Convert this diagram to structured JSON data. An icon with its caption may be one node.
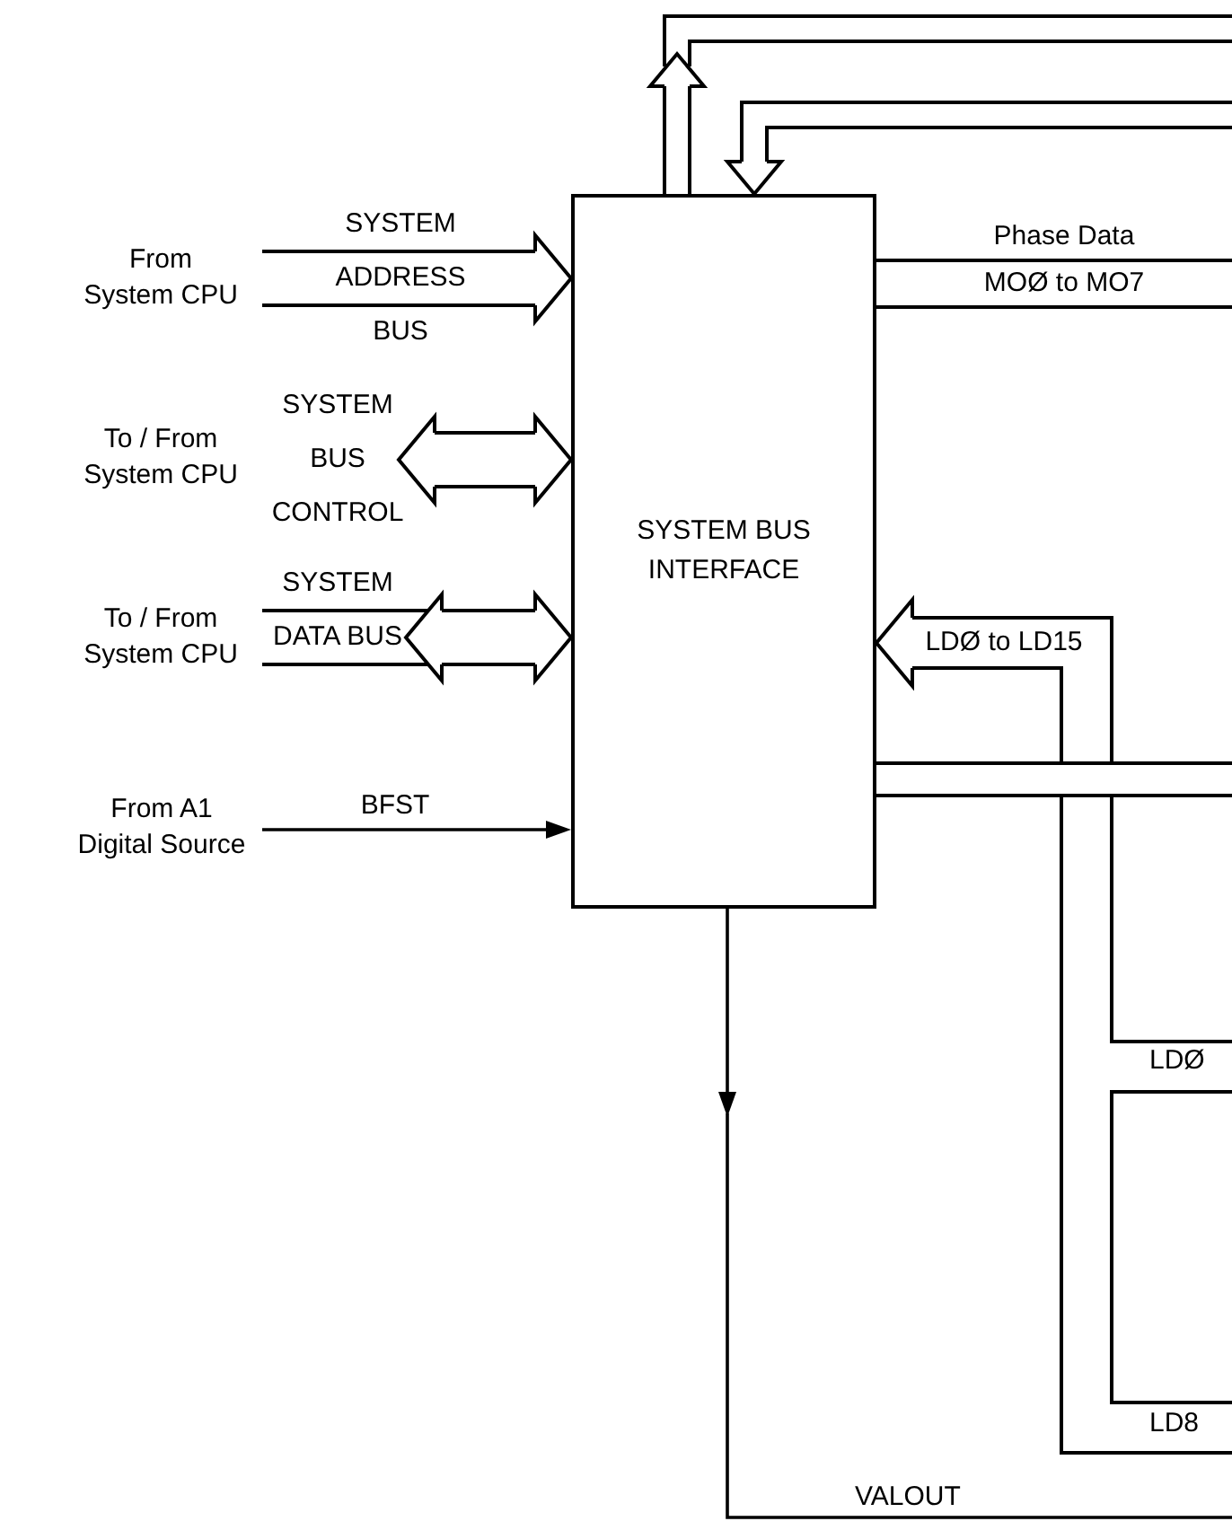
{
  "diagram": {
    "nodes": [
      {
        "text": [
          "SYSTEM BUS INTERFACE"
        ]
      },
      {
        "text": [
          "From System CPU"
        ]
      },
      {
        "text": [
          "To / From System CPU"
        ]
      },
      {
        "text": [
          "To / From System CPU"
        ]
      },
      {
        "text": [
          "From A1 Digital Source"
        ]
      }
    ],
    "edges": [
      {
        "from": 1,
        "to": 0,
        "arrow": "to",
        "label": "SYSTEM ADDRESS BUS"
      },
      {
        "from": 2,
        "to": 0,
        "arrow": "both",
        "label": "SYSTEM BUS CONTROL"
      },
      {
        "from": 3,
        "to": 0,
        "arrow": "both",
        "label": "SYSTEM DATA BUS"
      },
      {
        "from": 4,
        "to": 0,
        "arrow": "to",
        "label": "BFST"
      },
      {
        "from": 0,
        "to": null,
        "arrow": "to"
      },
      {
        "from": null,
        "to": 0,
        "arrow": "to"
      },
      {
        "from": 0,
        "to": null,
        "arrow": "none",
        "label": "Phase Data MOØ to MO7"
      },
      {
        "from": null,
        "to": 0,
        "arrow": "to",
        "label": "LDØ to LD15"
      },
      {
        "from": 0,
        "to": null,
        "arrow": "none"
      },
      {
        "from": 0,
        "to": null,
        "arrow": "to"
      }
    ],
    "labels": [
      "LDØ",
      "LD8",
      "VALOUT"
    ]
  }
}
